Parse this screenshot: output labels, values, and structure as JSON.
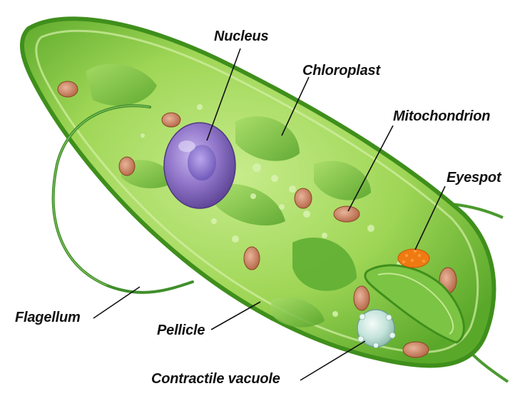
{
  "diagram": {
    "labels": {
      "nucleus": "Nucleus",
      "chloroplast": "Chloroplast",
      "mitochondrion": "Mitochondrion",
      "eyespot": "Eyespot",
      "flagellum": "Flagellum",
      "pellicle": "Pellicle",
      "contractile_vacuole": "Contractile vacuole"
    },
    "colors": {
      "cell_body": "#8fcf45",
      "cell_edge": "#4e9a1e",
      "chloroplast": "#6dbb3a",
      "nucleus": "#8a6cc4",
      "mitochondrion": "#c9805f",
      "eyespot": "#f07a12",
      "vacuole": "#bfe0d8",
      "flagellum": "#3f8f2a"
    }
  }
}
